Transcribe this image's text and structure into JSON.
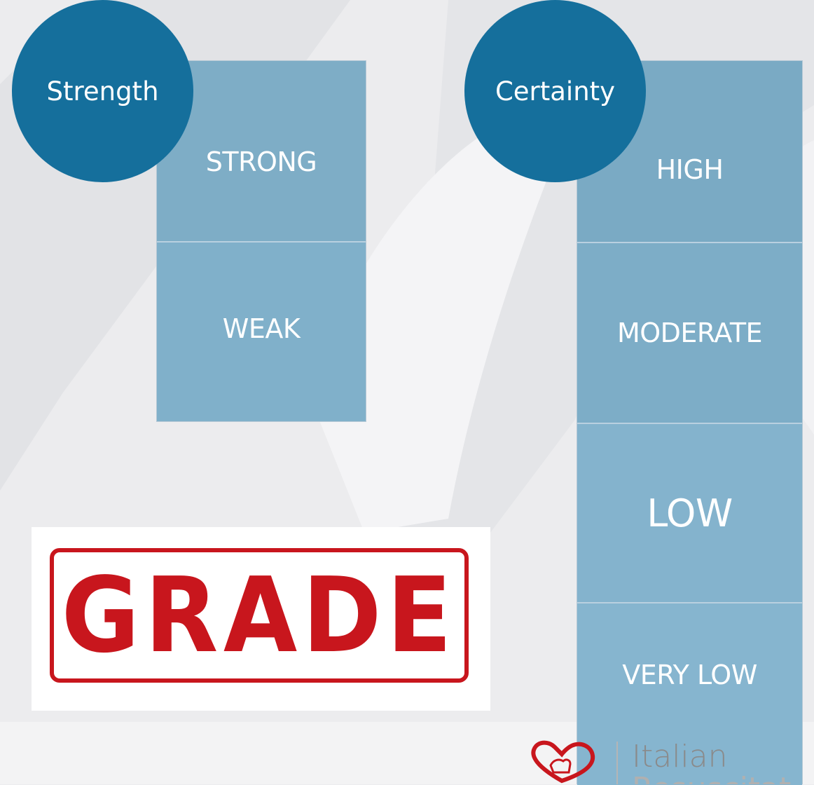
{
  "strength": {
    "title": "Strength",
    "levels": [
      "STRONG",
      "WEAK"
    ]
  },
  "certainty": {
    "title": "Certainty",
    "levels": [
      "HIGH",
      "MODERATE",
      "LOW",
      "VERY LOW"
    ]
  },
  "logo": {
    "text": "GRADE"
  },
  "footer": {
    "text": "Italian",
    "text_partial": "Resuscitat"
  },
  "colors": {
    "circle": "#156f9c",
    "column_cell": "#7fb0cc",
    "logo_red": "#c8161d",
    "background": "#ececee"
  }
}
